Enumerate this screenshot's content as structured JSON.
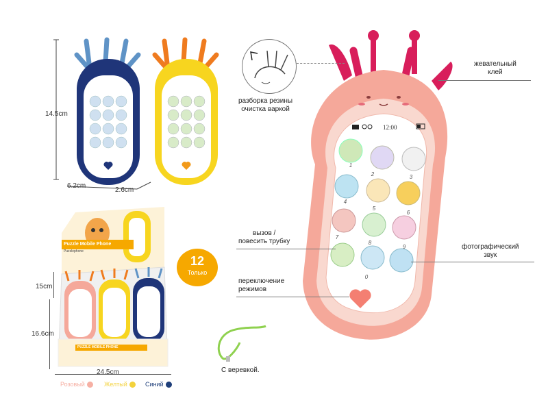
{
  "dimensions": {
    "phone_height": "14.5cm",
    "phone_width": "6.2cm",
    "phone_depth": "2.6cm",
    "box_height_front": "15cm",
    "box_height_back": "16.6cm",
    "box_width": "24.5cm"
  },
  "callouts": {
    "rubber_cleaning": [
      "разборка резины",
      "очистка варкой"
    ],
    "teether_glue": [
      "жевательный",
      "клей"
    ],
    "call_hangup": [
      "вызов /",
      "повесить трубку"
    ],
    "photo_sound": [
      "фотографический",
      "звук"
    ],
    "mode_switch": [
      "переключение",
      "режимов"
    ],
    "lanyard": "С веревкой."
  },
  "phone_screen": {
    "time": "12:00",
    "button_numbers": [
      "1",
      "2",
      "3",
      "4",
      "5",
      "6",
      "7",
      "8",
      "9",
      "0"
    ]
  },
  "box": {
    "title": "Puzzle Mobile Phone",
    "subtitle": "Puzzlephone",
    "bottom_title": "PUZZLE MOBILE PHONE",
    "badge_count": "12",
    "badge_text": "Только"
  },
  "color_options": [
    {
      "label": "Розовый",
      "color": "#f6b0a4"
    },
    {
      "label": "Желтый",
      "color": "#f3d23c"
    },
    {
      "label": "Синий",
      "color": "#1f3f7a"
    }
  ],
  "colors": {
    "pink_body": "#f5a89a",
    "pink_antler": "#d81e5b",
    "navy_body": "#1f3579",
    "yellow_body": "#f7d51f",
    "badge_orange": "#f6a800"
  }
}
